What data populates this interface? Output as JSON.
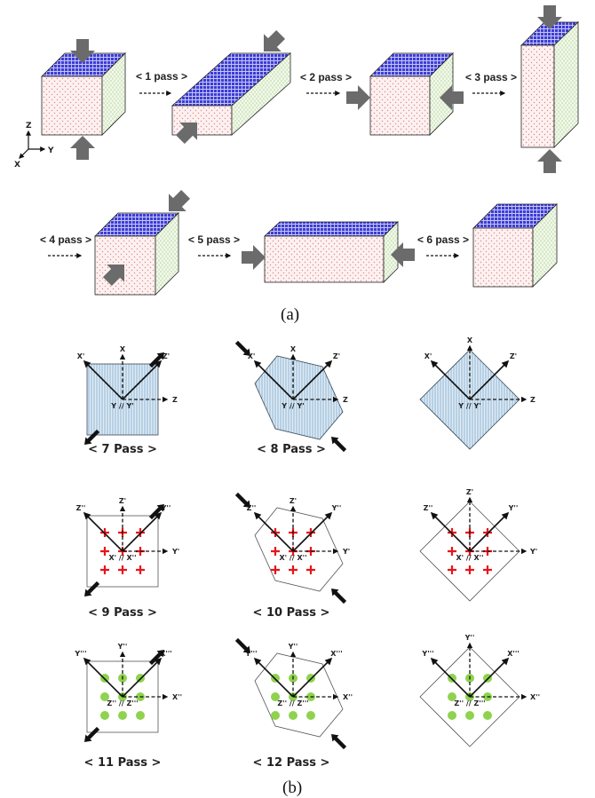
{
  "figure": {
    "panel_a": {
      "label": "(a)",
      "triad": {
        "z": "Z",
        "y": "Y",
        "x": "X"
      },
      "passes": [
        "< 1 pass >",
        "< 2 pass >",
        "< 3 pass >",
        "< 4 pass >",
        "< 5 pass >",
        "< 6 pass >"
      ]
    },
    "panel_b": {
      "label": "(b)",
      "rows": [
        {
          "passes": [
            "< 7 Pass >",
            "< 8 Pass >"
          ],
          "axes": {
            "up": "X",
            "left": "X'",
            "right_diag": "Z'",
            "right": "Z",
            "center": "Y // Y'"
          },
          "marker": "stripes"
        },
        {
          "passes": [
            "< 9 Pass >",
            "< 10 Pass >"
          ],
          "axes": {
            "up": "Z'",
            "left": "Z''",
            "right_diag": "Y''",
            "right": "Y'",
            "center": "X' // X''"
          },
          "marker": "red-plus"
        },
        {
          "passes": [
            "< 11 Pass >",
            "< 12 Pass >"
          ],
          "axes": {
            "up": "Y''",
            "left": "Y'''",
            "right_diag": "X'''",
            "right": "X''",
            "center": "Z'' // Z'''"
          },
          "marker": "green-dot"
        }
      ]
    },
    "colors": {
      "top_face": "#3a3ad0",
      "front_face": "#fbe9e9",
      "side_face": "#eef6e4",
      "press_arrow": "#6b6b6b",
      "stripes": "#8fb6d4",
      "plus": "#e8141a",
      "dot": "#8fd24e"
    }
  }
}
